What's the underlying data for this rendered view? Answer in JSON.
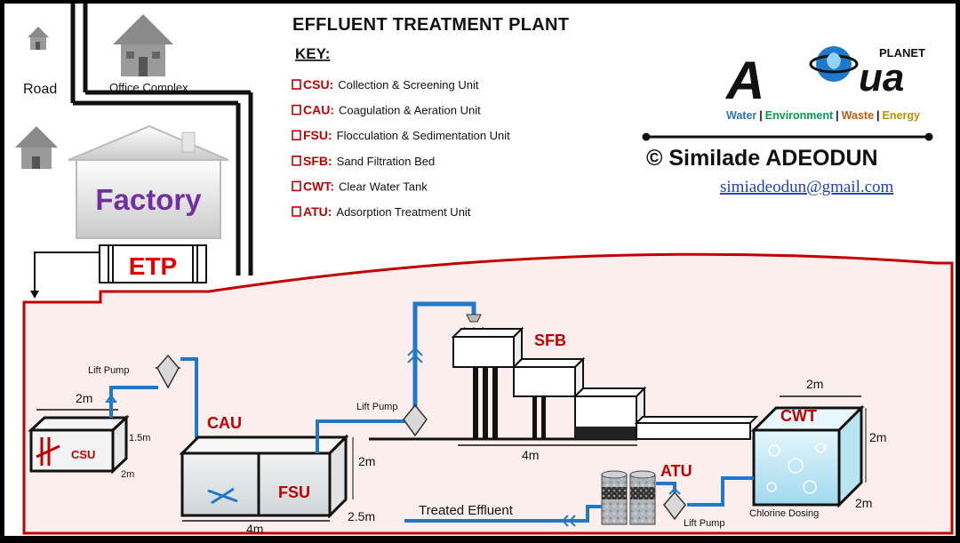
{
  "title": "EFFLUENT TREATMENT PLANT",
  "key": {
    "heading": "KEY:",
    "items": [
      {
        "abbr": "CSU:",
        "desc": "Collection & Screening Unit"
      },
      {
        "abbr": "CAU:",
        "desc": "Coagulation & Aeration Unit"
      },
      {
        "abbr": "FSU:",
        "desc": "Flocculation & Sedimentation Unit"
      },
      {
        "abbr": "SFB:",
        "desc": "Sand Filtration Bed"
      },
      {
        "abbr": "CWT:",
        "desc": "Clear Water Tank"
      },
      {
        "abbr": "ATU:",
        "desc": "Adsorption Treatment Unit"
      }
    ]
  },
  "site": {
    "road": "Road",
    "office": "Office Complex",
    "factory": "Factory",
    "etp": "ETP"
  },
  "brand": {
    "logo_planet": "PLANET",
    "logo_a": "A",
    "logo_ua": "ua",
    "tag_water": "Water",
    "tag_env": "Environment",
    "tag_waste": "Waste",
    "tag_energy": "Energy",
    "sep": "|",
    "author": "© Similade ADEODUN",
    "email": "simiadeodun@gmail.com"
  },
  "units": {
    "csu": "CSU",
    "cau": "CAU",
    "fsu": "FSU",
    "sfb": "SFB",
    "cwt": "CWT",
    "atu": "ATU"
  },
  "labels": {
    "lift_pump_1": "Lift Pump",
    "lift_pump_2": "Lift Pump",
    "lift_pump_3": "Lift Pump",
    "treated": "Treated Effluent",
    "chlorine": "Chlorine Dosing"
  },
  "dims": {
    "csu_w": "2m",
    "csu_h": "1.5m",
    "csu_d": "2m",
    "fsu_h": "2m",
    "fsu_d": "2.5m",
    "fsu_l": "4m",
    "sfb_l": "4m",
    "cwt_w": "2m",
    "cwt_h": "2m",
    "cwt_d": "2m"
  },
  "colors": {
    "accent_red": "#c00000",
    "factory_purple": "#7030a0",
    "pipe_blue": "#1f78c8",
    "panel_fill": "#fdeeee",
    "tag_water": "#2e75b6",
    "tag_env": "#00a050",
    "tag_waste": "#c55a11",
    "tag_energy": "#bf9000"
  }
}
